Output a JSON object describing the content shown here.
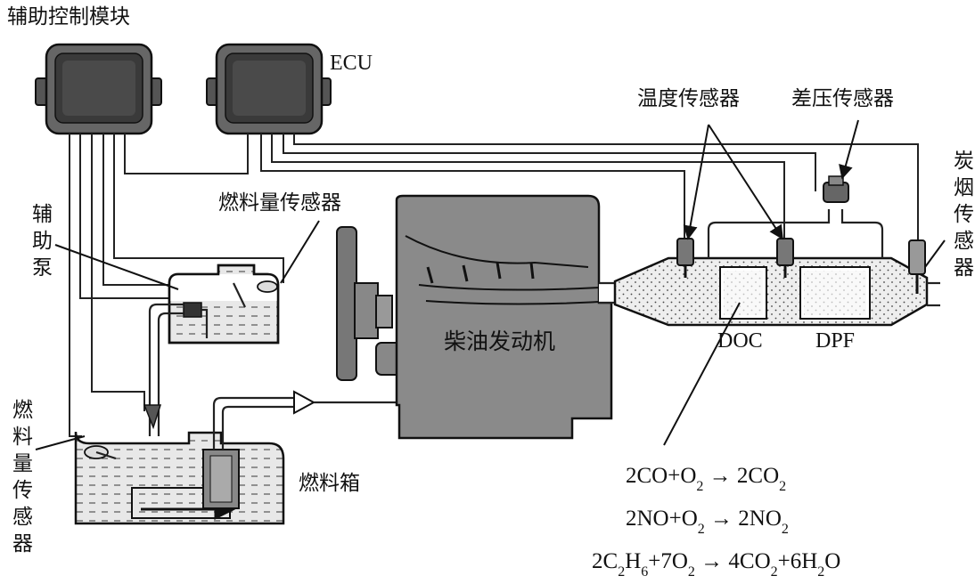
{
  "labels": {
    "aux_control_module": "辅助控制模块",
    "ecu": "ECU",
    "temp_sensor": "温度传感器",
    "diff_pressure_sensor": "差压传感器",
    "soot_sensor": "炭烟传感器",
    "fuel_level_sensor_top": "燃料量传感器",
    "aux_pump": "辅助泵",
    "diesel_engine": "柴油发动机",
    "doc": "DOC",
    "dpf": "DPF",
    "fuel_tank": "燃料箱",
    "fuel_level_sensor_left": "燃料量传感器"
  },
  "equations": [
    {
      "parts": [
        {
          "t": "2CO+O"
        },
        {
          "t": "2",
          "sub": true
        },
        {
          "t": " → 2CO"
        },
        {
          "t": "2",
          "sub": true
        }
      ]
    },
    {
      "parts": [
        {
          "t": "2NO+O"
        },
        {
          "t": "2",
          "sub": true
        },
        {
          "t": " → 2NO"
        },
        {
          "t": "2",
          "sub": true
        }
      ]
    },
    {
      "parts": [
        {
          "t": "2C"
        },
        {
          "t": "2",
          "sub": true
        },
        {
          "t": "H"
        },
        {
          "t": "6",
          "sub": true
        },
        {
          "t": "+7O"
        },
        {
          "t": "2",
          "sub": true
        },
        {
          "t": " → 4CO"
        },
        {
          "t": "2",
          "sub": true
        },
        {
          "t": "+6H"
        },
        {
          "t": "2",
          "sub": true
        },
        {
          "t": "O"
        }
      ]
    }
  ]
}
